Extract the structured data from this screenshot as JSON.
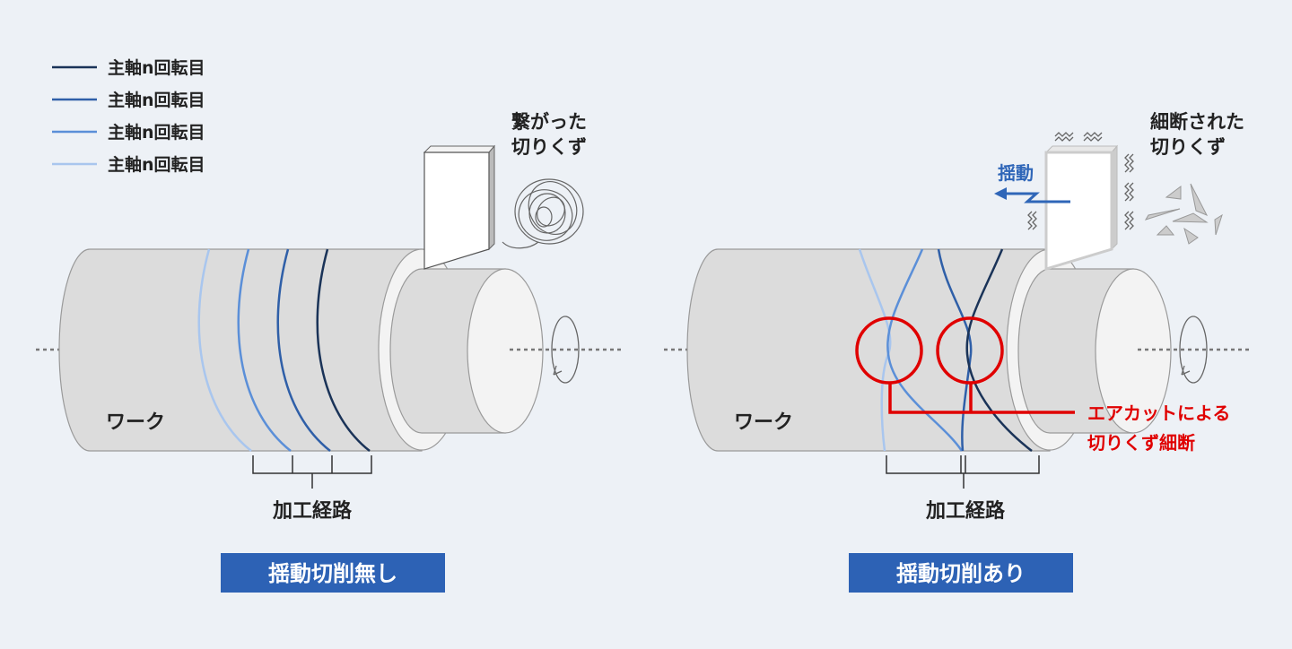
{
  "legend": {
    "items": [
      {
        "label": "主軸n回転目",
        "color": "#1a3358"
      },
      {
        "label": "主軸n回転目",
        "color": "#2f5fa8"
      },
      {
        "label": "主軸n回転目",
        "color": "#5b8fd8"
      },
      {
        "label": "主軸n回転目",
        "color": "#a9c6ee"
      }
    ]
  },
  "left_panel": {
    "work_label": "ワーク",
    "path_label": "加工経路",
    "chip_label_line1": "繋がった",
    "chip_label_line2": "切りくず",
    "title": "揺動切削無し"
  },
  "right_panel": {
    "work_label": "ワーク",
    "path_label": "加工経路",
    "chip_label_line1": "細断された",
    "chip_label_line2": "切りくず",
    "oscillation_label": "揺動",
    "aircut_line1": "エアカットによる",
    "aircut_line2": "切りくず細断",
    "title": "揺動切削あり"
  },
  "colors": {
    "title_bg": "#2d62b5",
    "highlight": "#e00000",
    "oscillation": "#2f66b8"
  }
}
